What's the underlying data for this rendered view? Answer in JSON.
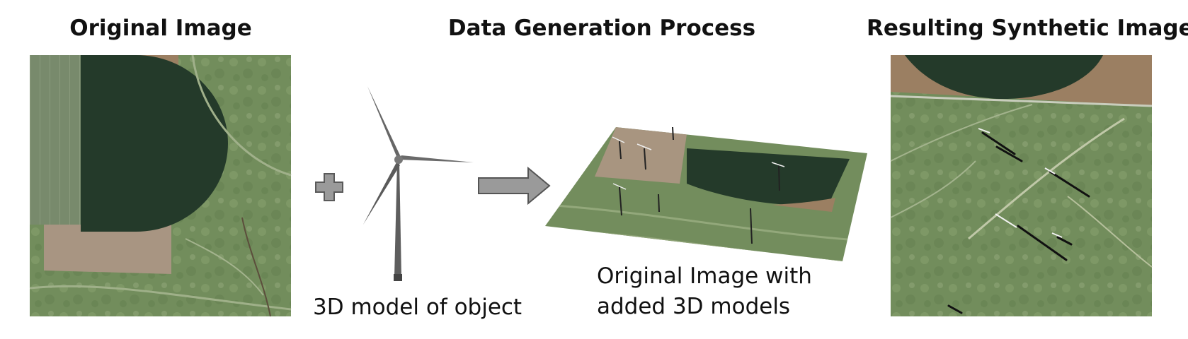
{
  "headings": {
    "original": "Original Image",
    "process": "Data Generation Process",
    "result": "Resulting Synthetic Image"
  },
  "captions": {
    "model": "3D model of object",
    "augmented_line1": "Original Image with",
    "augmented_line2": "added 3D models"
  },
  "colors": {
    "field_dark": "#243a2a",
    "field_tan": "#a18a72",
    "grass": "#6f8c5a",
    "grass_light": "#8fa676",
    "arrow_fill": "#9a9a9a",
    "turbine": "#5e5e5e"
  }
}
